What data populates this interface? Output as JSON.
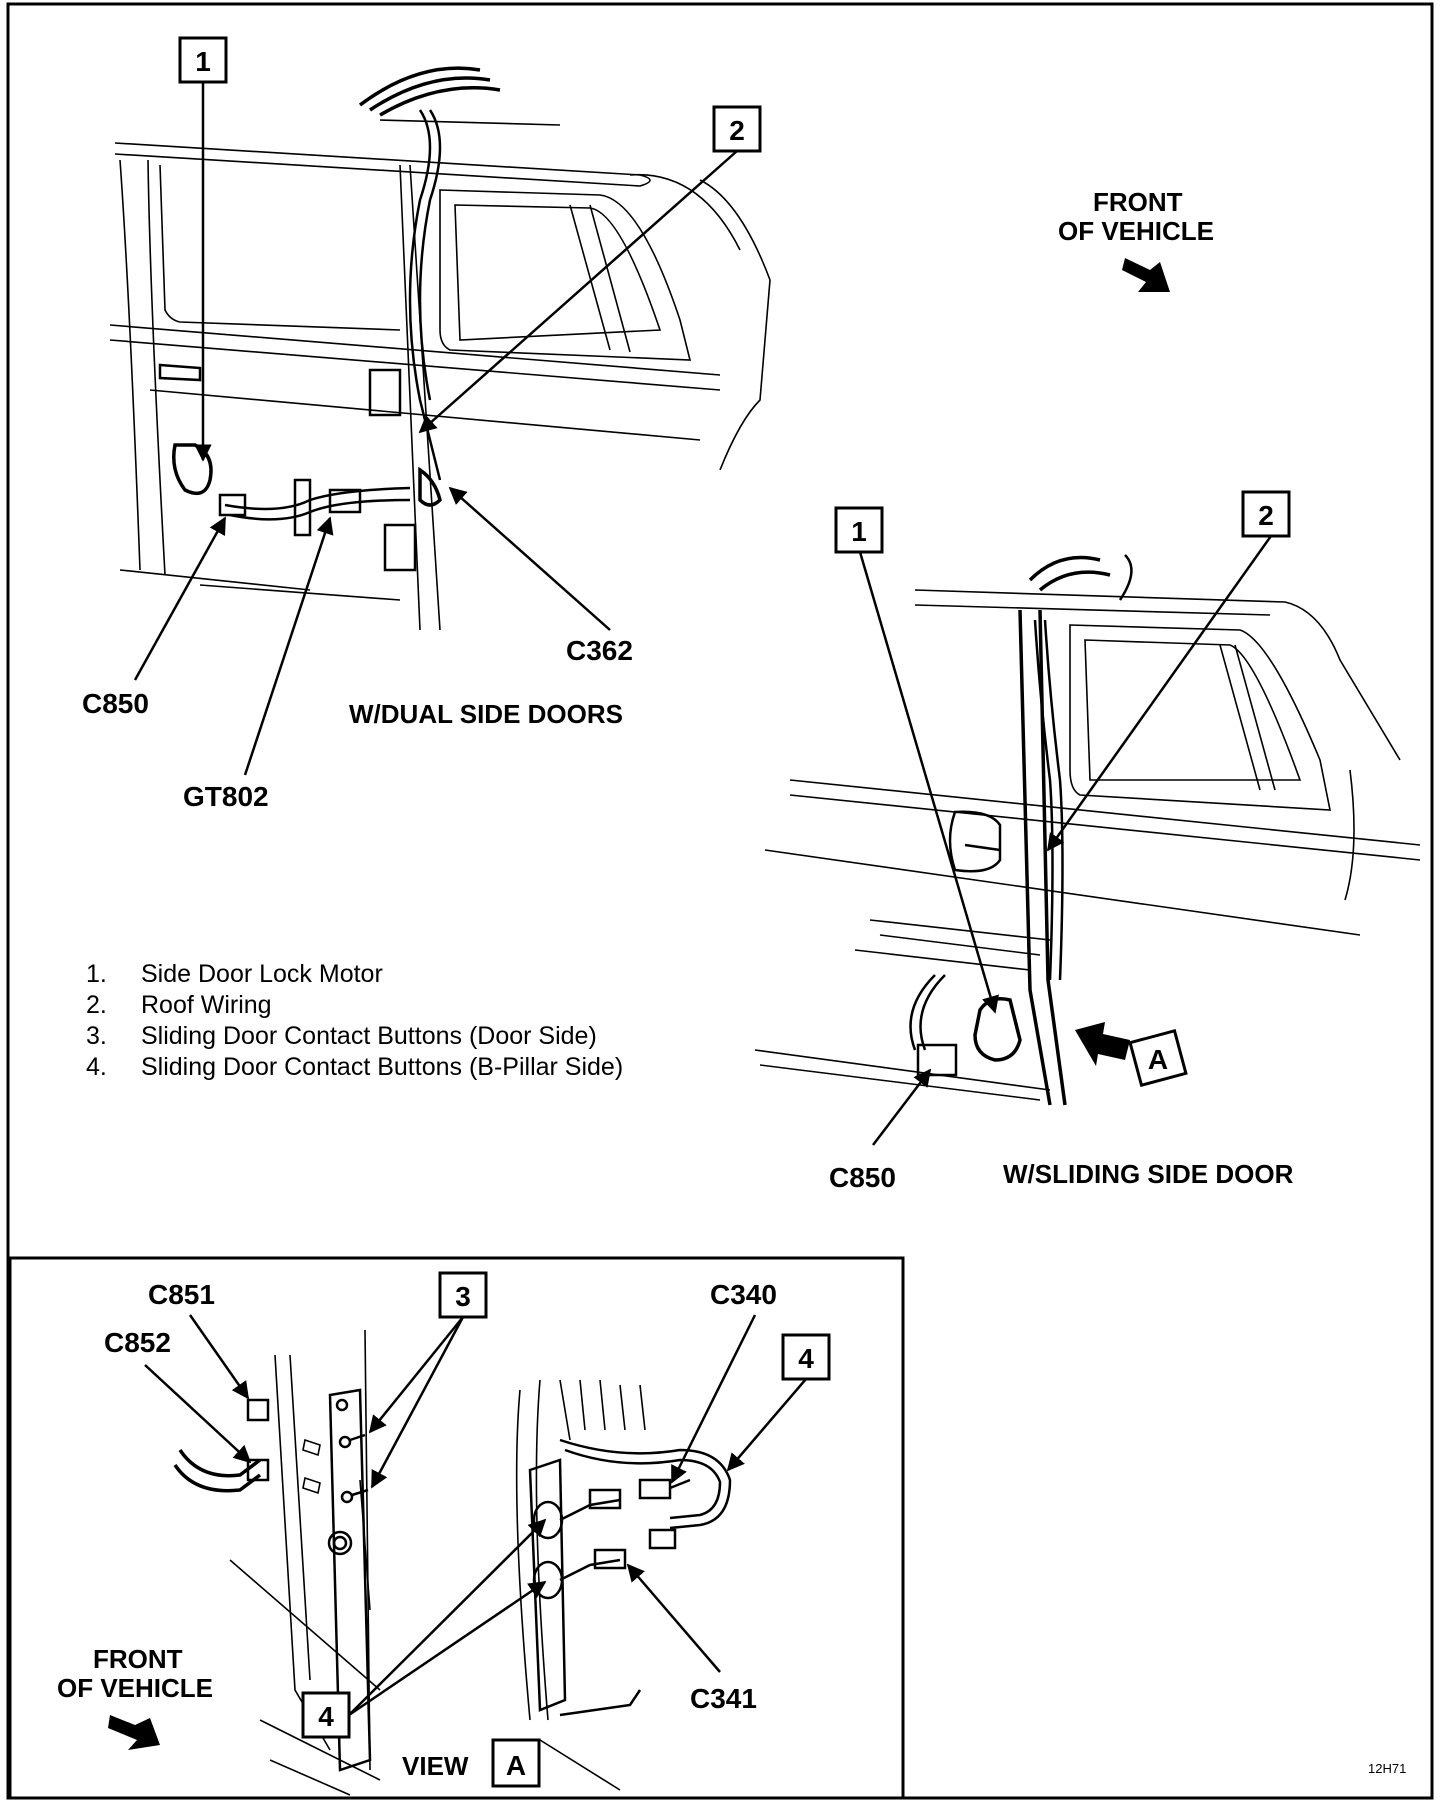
{
  "callouts": {
    "c1_top": "1",
    "c2_top": "2",
    "c1_right": "1",
    "c2_right": "2",
    "c3": "3",
    "c4_top": "4",
    "c4_bottom": "4",
    "view_a": "A",
    "arrow_a": "A"
  },
  "labels": {
    "c850_left": "C850",
    "gt802": "GT802",
    "c362": "C362",
    "c850_right": "C850",
    "c851": "C851",
    "c852": "C852",
    "c340": "C340",
    "c341": "C341"
  },
  "captions": {
    "dual_side_doors": "W/DUAL SIDE DOORS",
    "sliding_side_door": "W/SLIDING SIDE DOOR",
    "view": "VIEW",
    "front_of_vehicle_top_1": "FRONT",
    "front_of_vehicle_top_2": "OF VEHICLE",
    "front_of_vehicle_bottom_1": "FRONT",
    "front_of_vehicle_bottom_2": "OF VEHICLE"
  },
  "legend": [
    {
      "num": "1.",
      "text": "Side Door Lock Motor"
    },
    {
      "num": "2.",
      "text": "Roof Wiring"
    },
    {
      "num": "3.",
      "text": "Sliding Door Contact Buttons (Door Side)"
    },
    {
      "num": "4.",
      "text": "Sliding Door Contact Buttons (B-Pillar Side)"
    }
  ],
  "figure_code": "12H71"
}
